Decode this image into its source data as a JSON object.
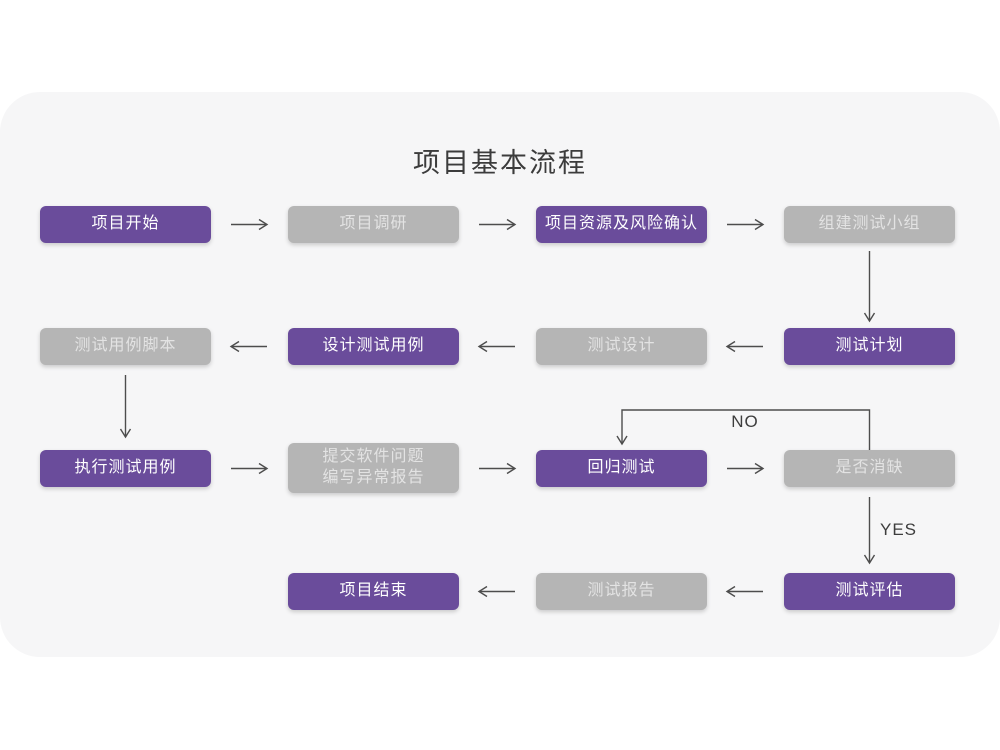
{
  "title": "项目基本流程",
  "nodes": [
    {
      "text": "项目开始",
      "variant": "purple"
    },
    {
      "text": "项目调研",
      "variant": "gray"
    },
    {
      "text": "项目资源及风险确认",
      "variant": "purple"
    },
    {
      "text": "组建测试小组",
      "variant": "gray"
    },
    {
      "text": "测试计划",
      "variant": "purple"
    },
    {
      "text": "测试设计",
      "variant": "gray"
    },
    {
      "text": "设计测试用例",
      "variant": "purple"
    },
    {
      "text": "测试用例脚本",
      "variant": "gray"
    },
    {
      "text": "执行测试用例",
      "variant": "purple"
    },
    {
      "text": "提交软件问题\n编写异常报告",
      "variant": "gray"
    },
    {
      "text": "回归测试",
      "variant": "purple"
    },
    {
      "text": "是否消缺",
      "variant": "gray"
    },
    {
      "text": "测试评估",
      "variant": "purple"
    },
    {
      "text": "测试报告",
      "variant": "gray"
    },
    {
      "text": "项目结束",
      "variant": "purple"
    }
  ],
  "edge_labels": {
    "no": "NO",
    "yes": "YES"
  },
  "colors": {
    "purple": "#6a4c9b",
    "gray": "#b5b5b5",
    "arrow": "#4d4d4d",
    "card_background": "#f6f6f7",
    "page_background": "#ffffff"
  }
}
